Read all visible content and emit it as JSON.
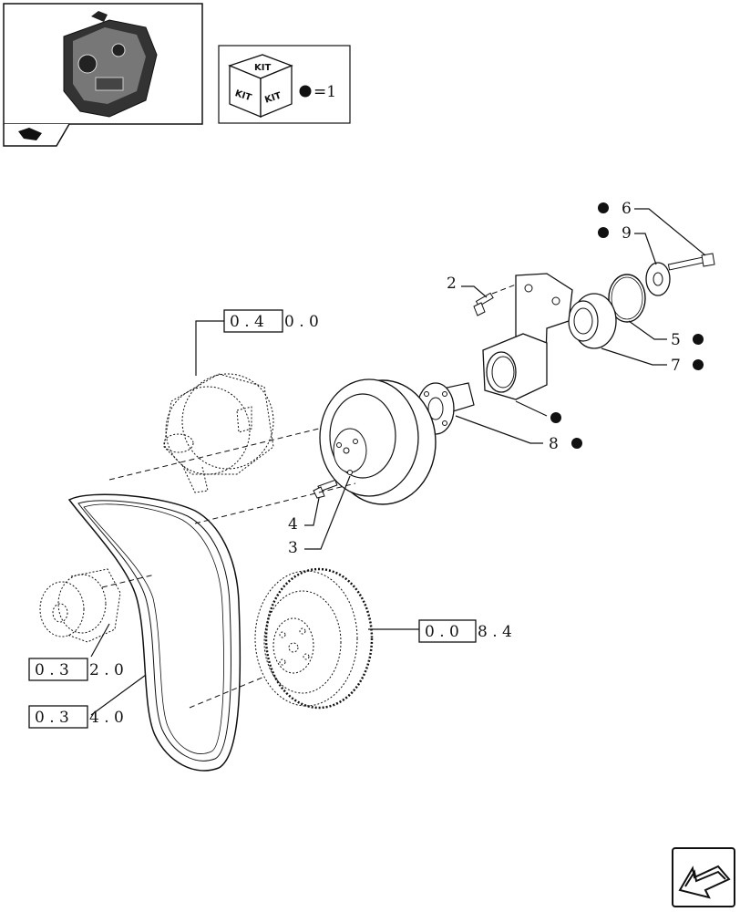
{
  "kit_legend": {
    "kit_word": "KIT",
    "equals_text": "=1"
  },
  "callouts": {
    "c2": "2",
    "c3": "3",
    "c4": "4",
    "c5": "5",
    "c6": "6",
    "c7": "7",
    "c8": "8",
    "c9": "9"
  },
  "references": {
    "alternator": {
      "boxed": "0 . 4",
      "rest": "0 . 0"
    },
    "damper": {
      "boxed": "0 . 0",
      "rest": "8 . 4"
    },
    "compressor": {
      "boxed": "0 . 3",
      "rest": "2 . 0"
    },
    "belt": {
      "boxed": "0 . 3",
      "rest": "4 . 0"
    }
  }
}
